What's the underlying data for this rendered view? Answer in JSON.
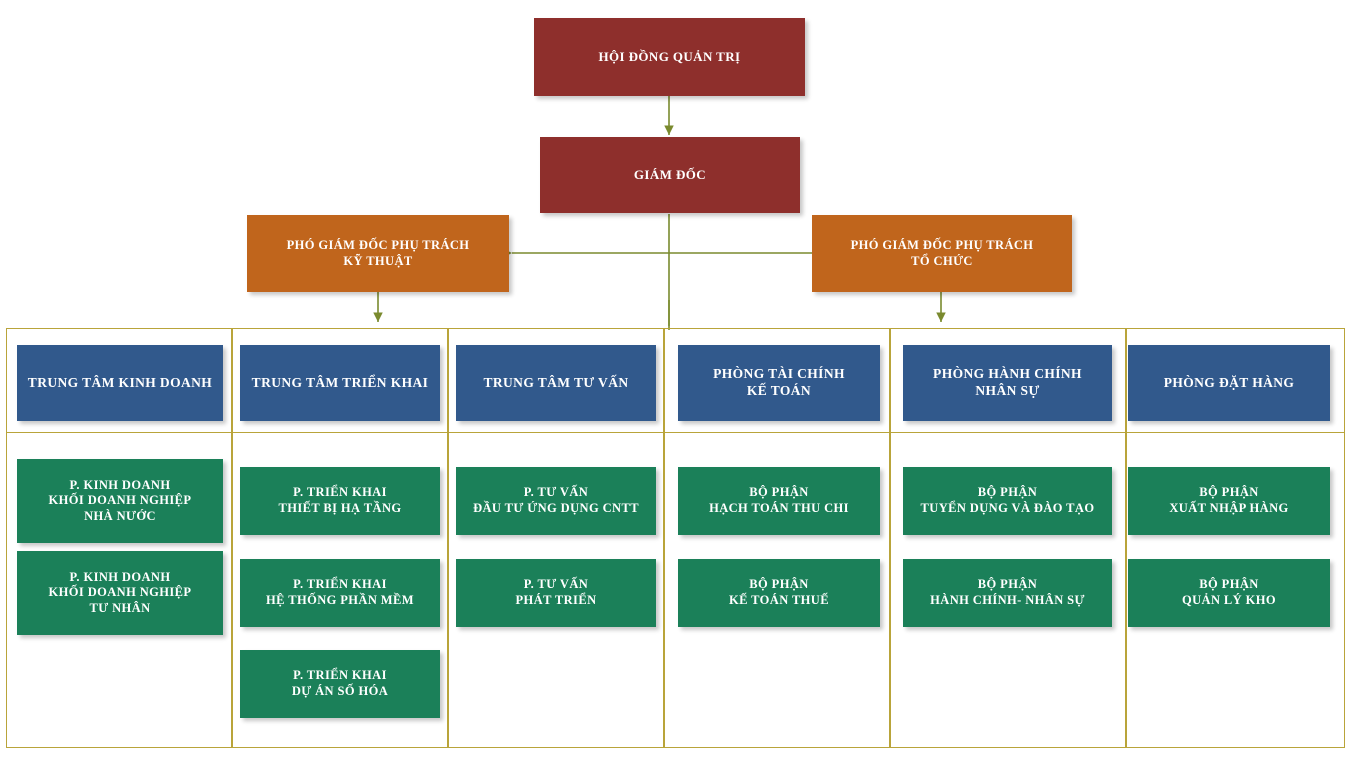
{
  "diagram": {
    "title_root": "HỘI ĐỒNG QUẢN TRỊ",
    "director": "GIÁM ĐỐC",
    "deputy_left": "PHÓ GIÁM ĐỐC PHỤ TRÁCH\nKỸ THUẬT",
    "deputy_right": "PHÓ GIÁM ĐỐC PHỤ TRÁCH\nTỔ CHỨC",
    "columns": [
      {
        "head": "TRUNG TÂM KINH DOANH",
        "items": [
          "P. KINH DOANH\nKHỐI DOANH NGHIỆP\nNHÀ NƯỚC",
          "P. KINH DOANH\nKHỐI DOANH NGHIỆP\nTƯ NHÂN"
        ]
      },
      {
        "head": "TRUNG TÂM TRIỂN KHAI",
        "items": [
          "P. TRIỂN KHAI\nTHIẾT BỊ HẠ TẦNG",
          "P. TRIỂN KHAI\nHỆ THỐNG PHẦN MỀM",
          "P. TRIỂN KHAI\nDỰ ÁN SỐ HÓA"
        ]
      },
      {
        "head": "TRUNG TÂM TƯ VẤN",
        "items": [
          "P. TƯ VẤN\nĐẦU TƯ ỨNG DỤNG CNTT",
          "P. TƯ VẤN\nPHÁT TRIỂN"
        ]
      },
      {
        "head": "PHÒNG TÀI CHÍNH\nKẾ TOÁN",
        "items": [
          "BỘ PHẬN\nHẠCH TOÁN THU CHI",
          "BỘ PHẬN\nKẾ TOÁN THUẾ"
        ]
      },
      {
        "head": "PHÒNG HÀNH CHÍNH\nNHÂN SỰ",
        "items": [
          "BỘ PHẬN\nTUYỂN DỤNG VÀ ĐÀO TẠO",
          "BỘ PHẬN\nHÀNH CHÍNH- NHÂN SỰ"
        ]
      },
      {
        "head": "PHÒNG ĐẶT HÀNG",
        "items": [
          "BỘ PHẬN\nXUẤT NHẬP HÀNG",
          "BỘ PHẬN\nQUẢN LÝ KHO"
        ]
      }
    ],
    "colors": {
      "board": "#8e2f2c",
      "deputy": "#c0651c",
      "center": "#31598c",
      "department": "#1b8059",
      "connector": "#7a8a2e",
      "frame": "#b9a43a"
    }
  }
}
